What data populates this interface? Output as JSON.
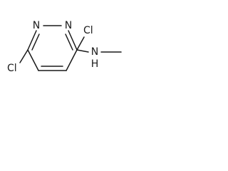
{
  "molecule": {
    "atoms": {
      "n_ring_1": "N",
      "n_ring_2": "N",
      "cl_top": "Cl",
      "cl_bottom": "Cl",
      "amine_n": "N",
      "amine_h": "H"
    },
    "colors": {
      "bond": "#1a1a1a",
      "label": "#1a1a1a",
      "background": "#ffffff"
    }
  }
}
